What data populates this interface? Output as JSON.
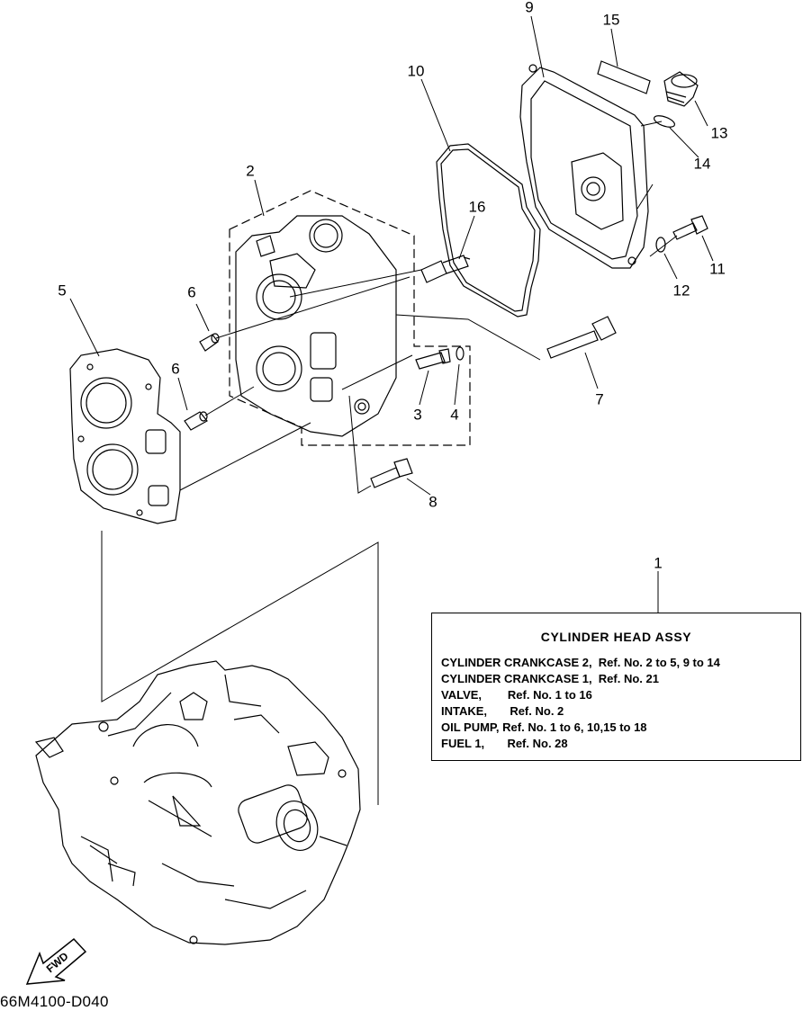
{
  "callouts": {
    "n1": "1",
    "n2": "2",
    "n3": "3",
    "n4": "4",
    "n5": "5",
    "n6a": "6",
    "n6b": "6",
    "n7": "7",
    "n8": "8",
    "n9": "9",
    "n10": "10",
    "n11": "11",
    "n12": "12",
    "n13": "13",
    "n14": "14",
    "n15": "15",
    "n16": "16"
  },
  "info_box": {
    "title": "CYLINDER  HEAD ASSY",
    "lines": [
      "CYLINDER CRANKCASE 2,  Ref. No. 2 to 5, 9 to 14",
      "CYLINDER CRANKCASE 1,  Ref. No. 21",
      "VALVE,        Ref. No. 1 to 16",
      "INTAKE,       Ref. No. 2",
      "OIL PUMP, Ref. No. 1 to 6, 10,15 to 18",
      "FUEL 1,       Ref. No. 28"
    ]
  },
  "fwd_label": "FWD",
  "doc_code": "66M4100-D040"
}
